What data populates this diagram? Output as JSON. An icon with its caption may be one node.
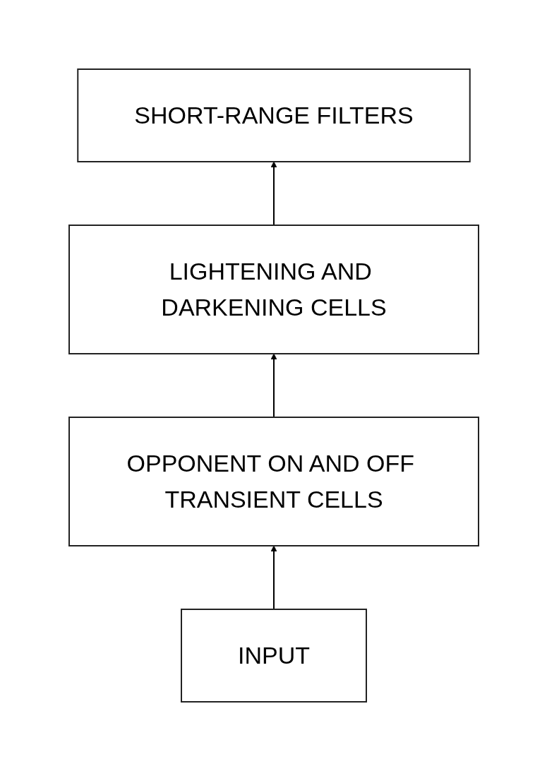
{
  "diagram": {
    "nodes": [
      {
        "text": [
          "SHORT-RANGE FILTERS"
        ]
      },
      {
        "text": [
          "LIGHTENING AND DARKENING CELLS"
        ]
      },
      {
        "text": [
          "OPPONENT ON AND OFF TRANSIENT CELLS"
        ]
      },
      {
        "text": [
          "INPUT"
        ]
      }
    ],
    "edges": [
      {
        "from": 3,
        "to": 2,
        "arrow": "to"
      },
      {
        "from": 2,
        "to": 1,
        "arrow": "to"
      },
      {
        "from": 1,
        "to": 0,
        "arrow": "to"
      }
    ]
  }
}
